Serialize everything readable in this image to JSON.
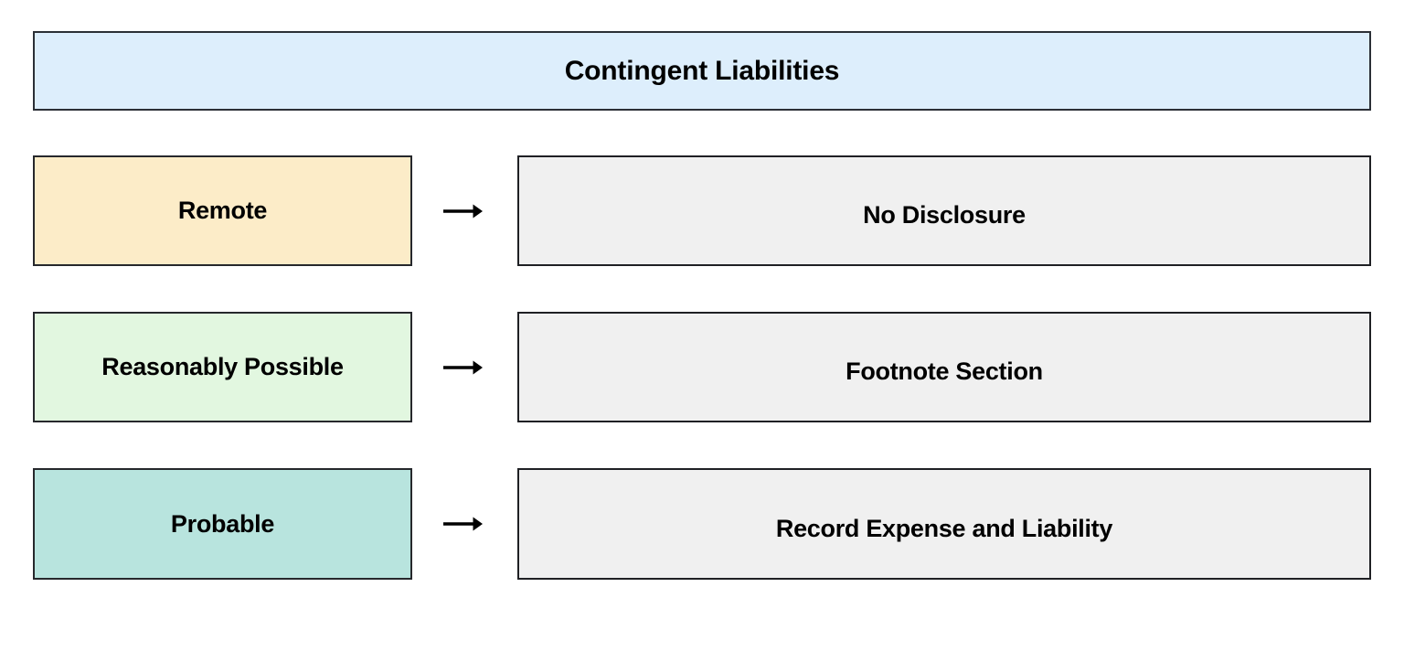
{
  "diagram": {
    "header": {
      "title": "Contingent Liabilities",
      "fill": "#ddeefc",
      "border": "#2b2f36"
    },
    "arrow_glyph": "right-arrow",
    "treatment_fill": "#f0f0f0",
    "rows": [
      {
        "likelihood": "Remote",
        "likelihood_fill": "#fcecc8",
        "arrow": "→",
        "treatment": "No Disclosure"
      },
      {
        "likelihood": "Reasonably Possible",
        "likelihood_fill": "#e2f7e0",
        "arrow": "→",
        "treatment": "Footnote Section"
      },
      {
        "likelihood": "Probable",
        "likelihood_fill": "#b8e4de",
        "arrow": "→",
        "treatment": "Record Expense and Liability"
      }
    ]
  }
}
